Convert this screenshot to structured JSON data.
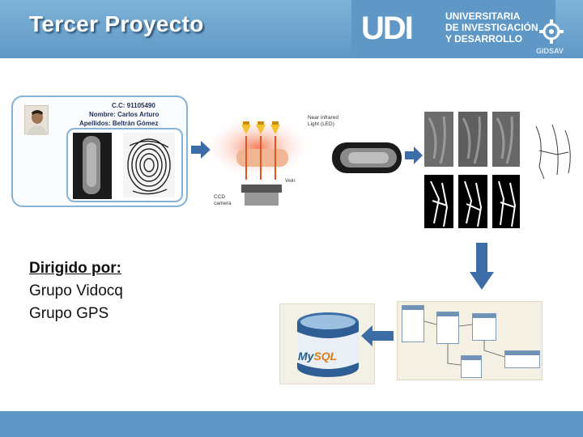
{
  "header": {
    "title": "Tercer Proyecto",
    "logo_mark": "UDI",
    "logo_lines": [
      "UNIVERSITARIA",
      "DE INVESTIGACIÓN",
      "Y DESARROLLO"
    ],
    "logo_caption": "GIDSAV"
  },
  "id_card": {
    "cc": "C.C: 91105490",
    "nombre": "Nombre: Carlos Arturo",
    "apellidos": "Apellidos: Beltrán Gómez"
  },
  "diagram": {
    "nir_label_1": "Near infrared",
    "nir_label_2": "Light (LED)",
    "vein_label": "Vein",
    "ccd_label_1": "CCD",
    "ccd_label_2": "camera"
  },
  "credits": {
    "heading": "Dirigido por:",
    "line1": "Grupo Vidocq",
    "line2": "Grupo GPS"
  },
  "database": {
    "name_part1": "My",
    "name_part2": "SQL"
  },
  "colors": {
    "header_blue": "#5f98c6",
    "arrow_blue": "#3d6da6",
    "card_border": "#86b2d6"
  }
}
